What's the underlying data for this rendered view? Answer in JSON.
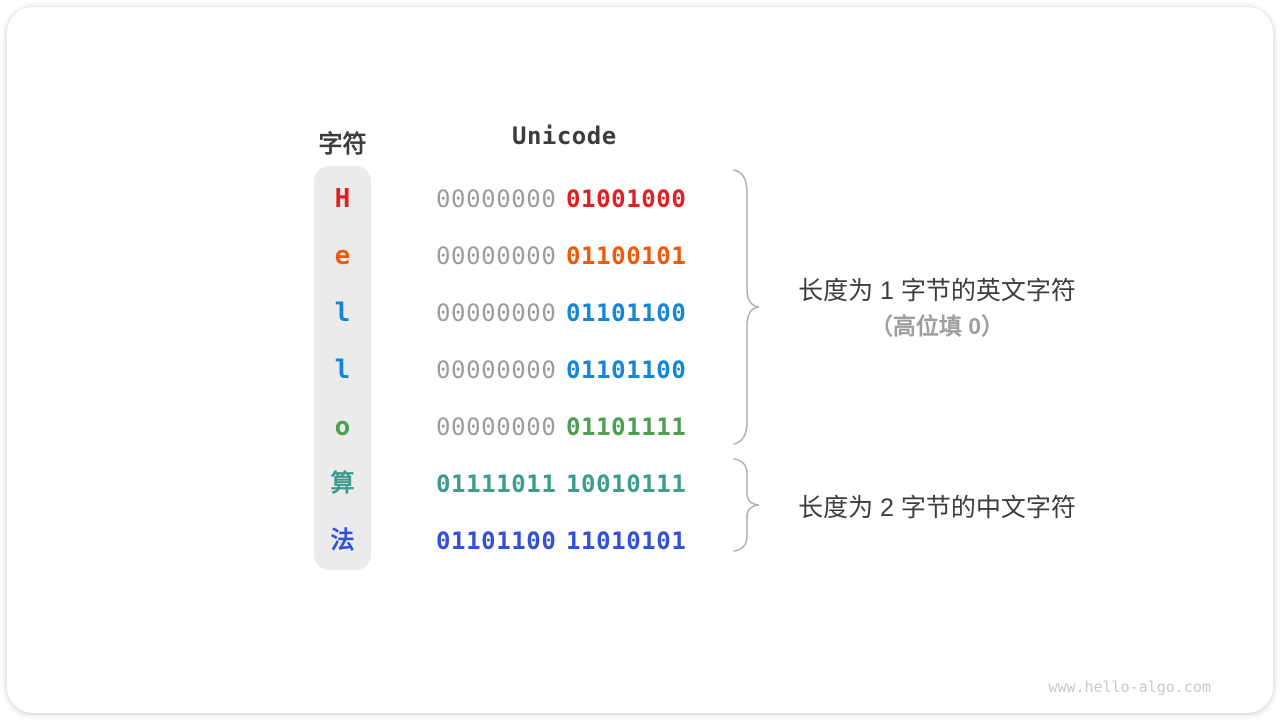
{
  "header": {
    "char_col": "字符",
    "unicode_col": "Unicode"
  },
  "rows": [
    {
      "char": "H",
      "color": "#e02020",
      "high_byte": "00000000",
      "high_color": "#9c9c9c",
      "low_byte": "01001000"
    },
    {
      "char": "e",
      "color": "#ee5a0c",
      "high_byte": "00000000",
      "high_color": "#9c9c9c",
      "low_byte": "01100101"
    },
    {
      "char": "l",
      "color": "#1585d5",
      "high_byte": "00000000",
      "high_color": "#9c9c9c",
      "low_byte": "01101100"
    },
    {
      "char": "l",
      "color": "#1585d5",
      "high_byte": "00000000",
      "high_color": "#9c9c9c",
      "low_byte": "01101100"
    },
    {
      "char": "o",
      "color": "#4d9e50",
      "high_byte": "00000000",
      "high_color": "#9c9c9c",
      "low_byte": "01101111"
    },
    {
      "char": "算",
      "color": "#3c9c8e",
      "high_byte": "01111011",
      "high_color": "#3c9c8e",
      "low_byte": "10010111"
    },
    {
      "char": "法",
      "color": "#3351d4",
      "high_byte": "01101100",
      "high_color": "#3351d4",
      "low_byte": "11010101"
    }
  ],
  "annotations": {
    "english": {
      "line1": "长度为 1 字节的英文字符",
      "line2": "（高位填 0）"
    },
    "chinese": {
      "line1": "长度为 2 字节的中文字符"
    }
  },
  "page": {
    "watermark": "www.hello-algo.com"
  },
  "colors": {
    "gray_zero": "#9c9c9c",
    "header_text": "#3d3d3d",
    "note_text": "#9f9f9f",
    "brace": "#b2b2b2",
    "column_bg": "#ebebeb"
  }
}
